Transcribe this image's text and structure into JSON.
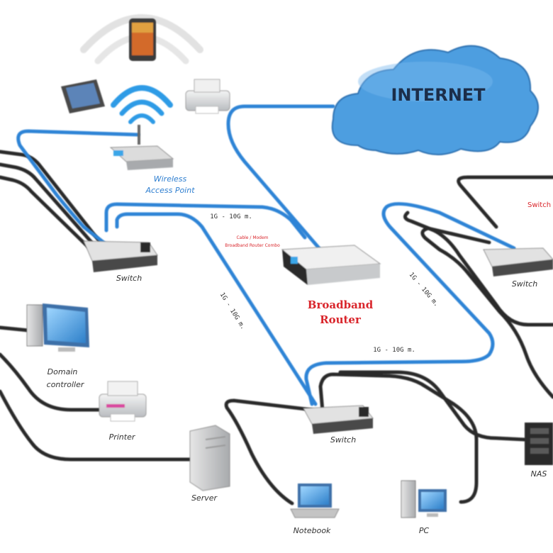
{
  "internet": {
    "label": "INTERNET"
  },
  "router": {
    "label_line1": "Broadband",
    "label_line2": "Router",
    "note_line1": "Cable / Modem",
    "note_line2": "Broadband Router Combo"
  },
  "access_point": {
    "label_line1": "Wireless",
    "label_line2": "Access Point"
  },
  "switches": {
    "left": "Switch",
    "center": "Switch",
    "right": "Switch",
    "right_note": "Switch"
  },
  "devices": {
    "domain_controller_line1": "Domain",
    "domain_controller_line2": "controller",
    "printer": "Printer",
    "server": "Server",
    "notebook": "Notebook",
    "pc": "PC",
    "nas": "NAS"
  },
  "cables": {
    "label": "1G - 10G m."
  },
  "colors": {
    "cable_blue": "#2f84d6",
    "cable_black": "#2b2b2b",
    "cloud": "#4e9ee0",
    "label_red": "#d9262c",
    "label_blue": "#2f7fd0"
  },
  "icons": [
    "cloud-icon",
    "router-icon",
    "access-point-icon",
    "switch-icon",
    "monitor-icon",
    "printer-icon",
    "server-icon",
    "laptop-icon",
    "pc-icon",
    "nas-icon",
    "smartphone-icon",
    "tablet-icon",
    "wifi-waves-icon"
  ]
}
